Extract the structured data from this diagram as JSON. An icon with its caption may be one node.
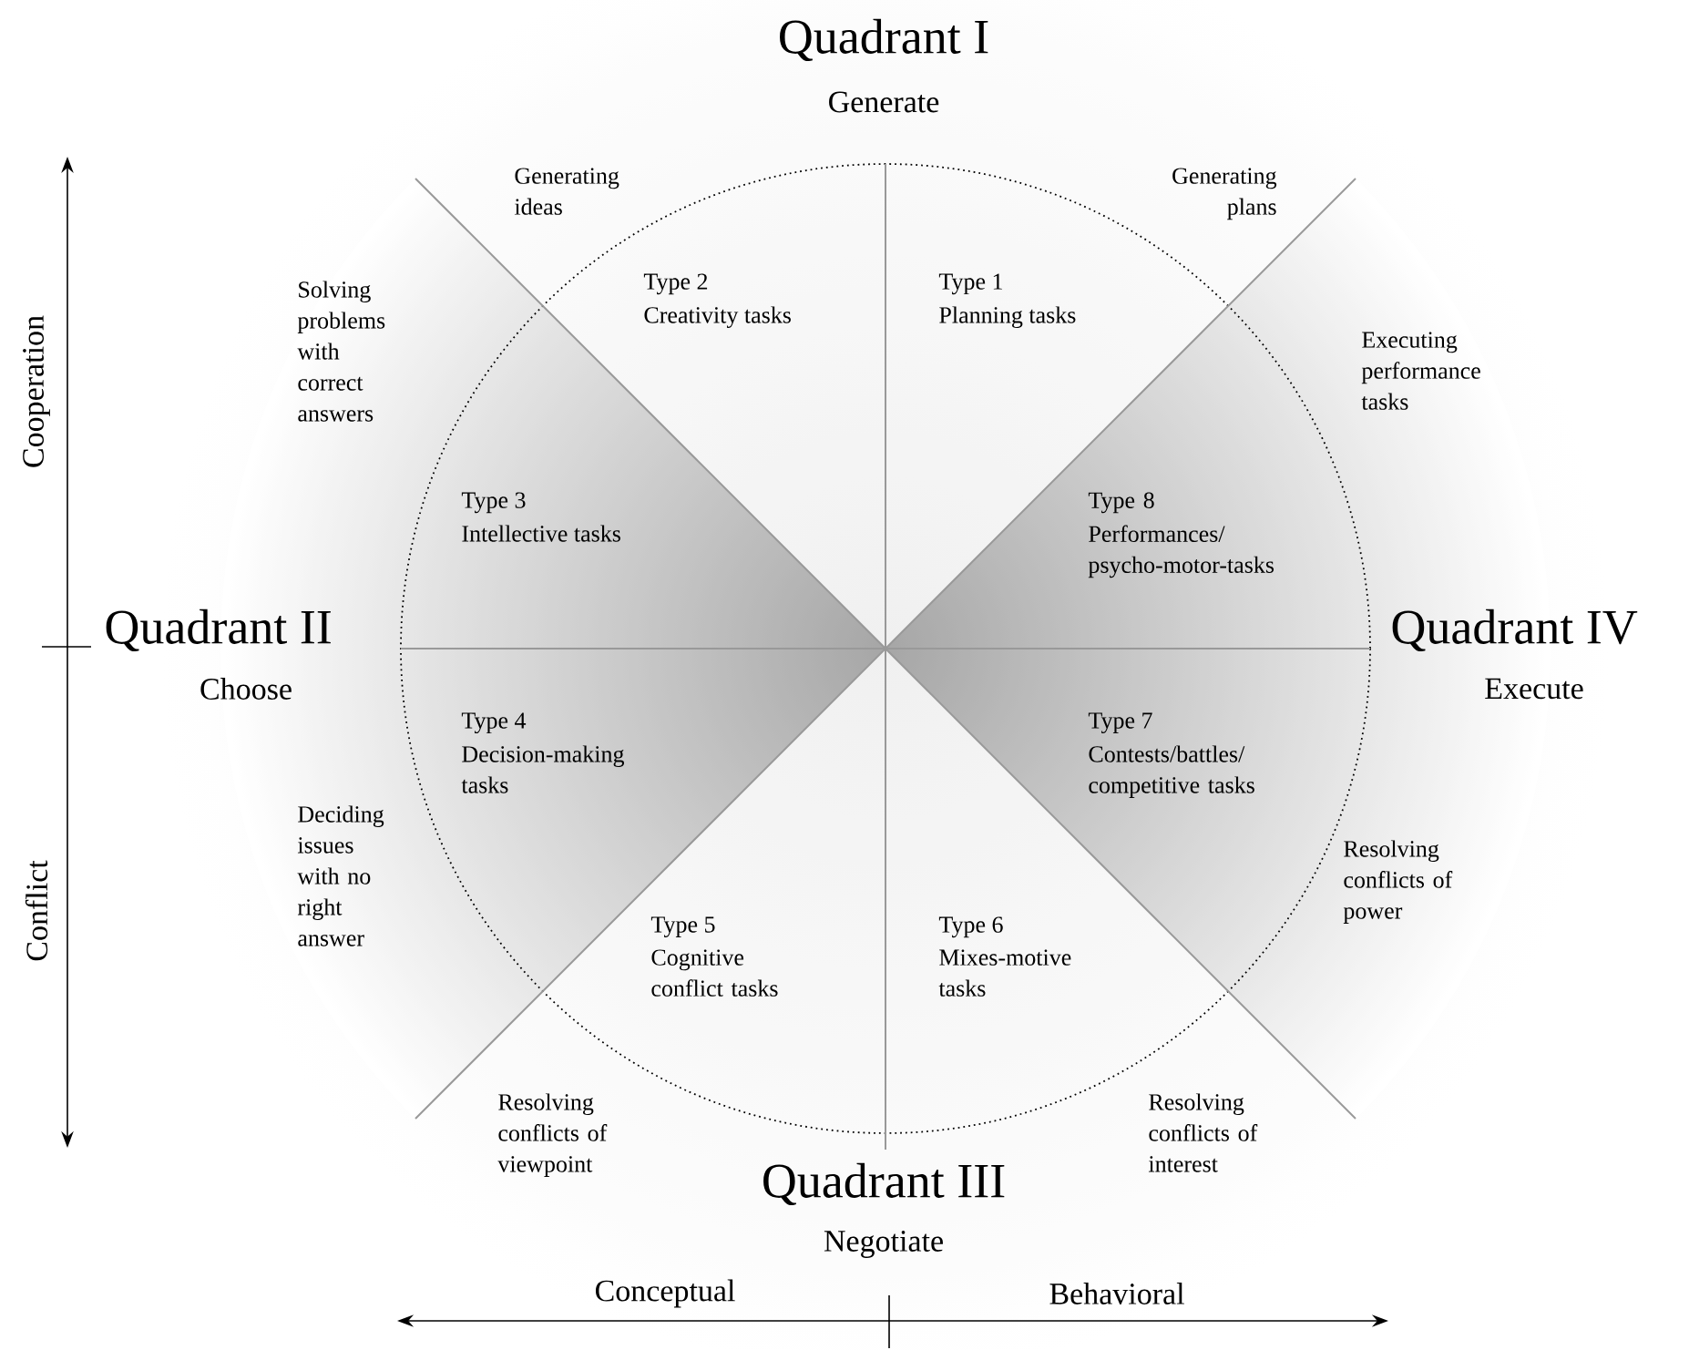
{
  "diagram": {
    "labels": [
      "Quadrant I",
      "Generate",
      "Generating ideas",
      "Generating plans",
      "Type 2",
      "Creativity tasks",
      "Type 1",
      "Planning tasks",
      "Solving problems with correct answers",
      "Executing performance tasks",
      "Type 3",
      "Intellective tasks",
      "Type 8",
      "Performances/ psycho-motor-tasks",
      "Quadrant II",
      "Choose",
      "Quadrant IV",
      "Execute",
      "Type 4",
      "Decision-making tasks",
      "Type 7",
      "Contests/battles/ competitive tasks",
      "Deciding issues with no right answer",
      "Resolving conflicts of power",
      "Type 5",
      "Cognitive conflict tasks",
      "Type 6",
      "Mixes-motive tasks",
      "Resolving conflicts of viewpoint",
      "Resolving conflicts of interest",
      "Quadrant III",
      "Negotiate",
      "Cooperation",
      "Conflict",
      "Conceptual",
      "Behavioral"
    ]
  }
}
